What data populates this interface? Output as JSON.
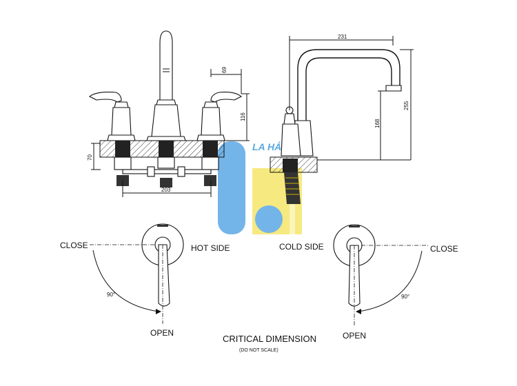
{
  "dimensions": {
    "deck_height": "70",
    "spread": "203",
    "handle_offset": "69",
    "handle_height": "116",
    "spout_reach": "231",
    "spout_clearance": "168",
    "overall_height": "255"
  },
  "handle_labels": {
    "hot": {
      "close": "CLOSE",
      "open": "OPEN",
      "side": "HOT SIDE",
      "angle": "90°"
    },
    "cold": {
      "close": "CLOSE",
      "open": "OPEN",
      "side": "COLD SIDE",
      "angle": "90°"
    }
  },
  "caption": {
    "title": "CRITICAL DIMENSION",
    "subtitle": "(DO NOT SCALE)"
  },
  "watermark": {
    "text": "LA HẢO",
    "blue": "#5ba7e6",
    "yellow": "#f5e66a"
  }
}
